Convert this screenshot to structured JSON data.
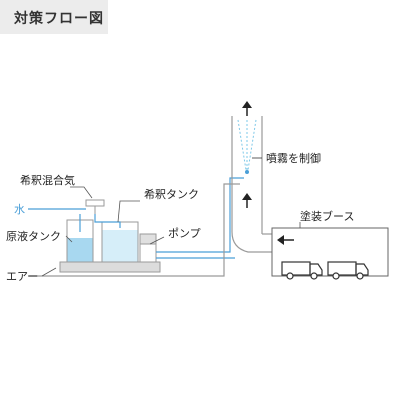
{
  "title": "対策フロー図",
  "labels": {
    "mixer": "希釈混合気",
    "water": "水",
    "raw_tank": "原液タンク",
    "dilution_tank": "希釈タンク",
    "pump": "ポンプ",
    "air": "エアー",
    "spray_control": "噴霧を制御",
    "paint_booth": "塗装ブース"
  },
  "colors": {
    "pipe_blue": "#4a9fd8",
    "liquid_blue": "#a8d8f0",
    "light_blue": "#d6eef9",
    "pipe_gray": "#9a9a9a",
    "line_dark": "#333333"
  },
  "icons": [
    "arrow-up-icon",
    "arrow-left-icon",
    "truck-icon"
  ]
}
